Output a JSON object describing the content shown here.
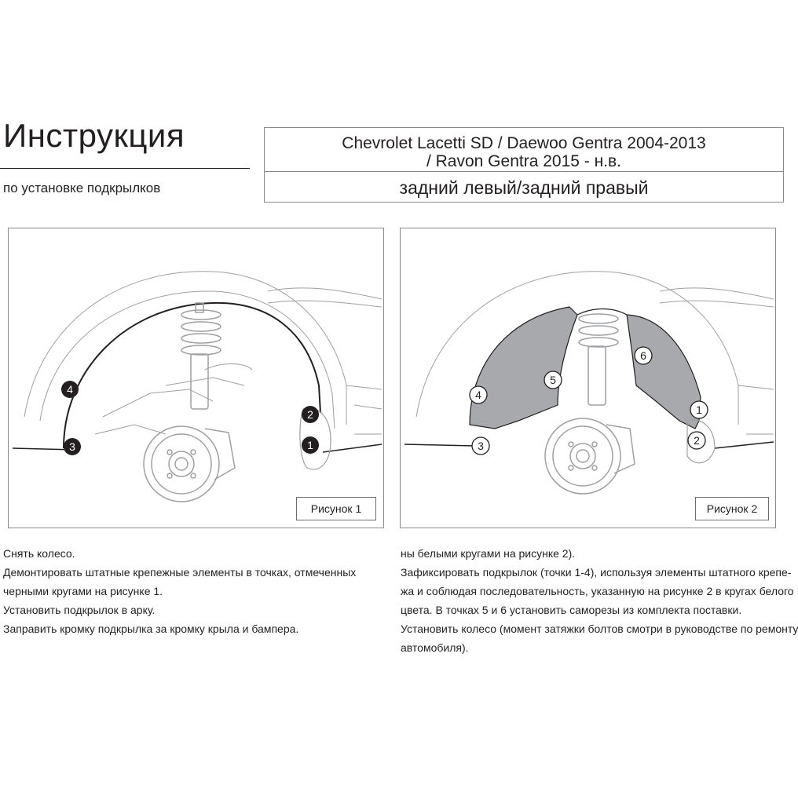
{
  "header": {
    "title": "Инструкция",
    "subtitle": "по установке подкрылков",
    "model_line1": "Chevrolet Lacetti SD / Daewoo Gentra 2004-2013",
    "model_line2": "/ Ravon Gentra 2015 - н.в.",
    "position": "задний левый/задний правый"
  },
  "figures": {
    "figure1": {
      "caption": "Рисунок 1",
      "markers": [
        {
          "label": "4",
          "style": "black"
        },
        {
          "label": "3",
          "style": "black"
        },
        {
          "label": "2",
          "style": "black"
        },
        {
          "label": "1",
          "style": "black"
        }
      ]
    },
    "figure2": {
      "caption": "Рисунок 2",
      "markers": [
        {
          "label": "4",
          "style": "white"
        },
        {
          "label": "3",
          "style": "white"
        },
        {
          "label": "5",
          "style": "white"
        },
        {
          "label": "6",
          "style": "white"
        },
        {
          "label": "1",
          "style": "white"
        },
        {
          "label": "2",
          "style": "white"
        }
      ]
    }
  },
  "instructions": {
    "left_lines": [
      "Снять колесо.",
      "Демонтировать штатные крепежные элементы в точках, отмеченных",
      "черными кругами на рисунке 1.",
      "Установить подкрылок в арку.",
      "Заправить кромку подкрылка за кромку крыла и бампера."
    ],
    "right_lines": [
      "ны белыми кругами на рисунке 2).",
      "Зафиксировать подкрылок (точки 1-4), используя элементы штатного крепе-",
      "жа и соблюдая последовательность, указанную на рисунке 2 в кругах белого",
      "цвета. В точках 5 и 6 установить саморезы из комплекта поставки.",
      "Установить колесо (момент затяжки болтов смотри в руководстве по ремонту",
      "автомобиля)."
    ]
  },
  "colors": {
    "text": "#231f20",
    "line_art": "#9d9fa2",
    "liner_fill": "#a7a9ac",
    "marker_black": "#231f20",
    "marker_white": "#ffffff"
  },
  "icons": {
    "figure1": "wheel-arch-line-drawing",
    "figure2": "wheel-arch-with-liner-drawing"
  }
}
